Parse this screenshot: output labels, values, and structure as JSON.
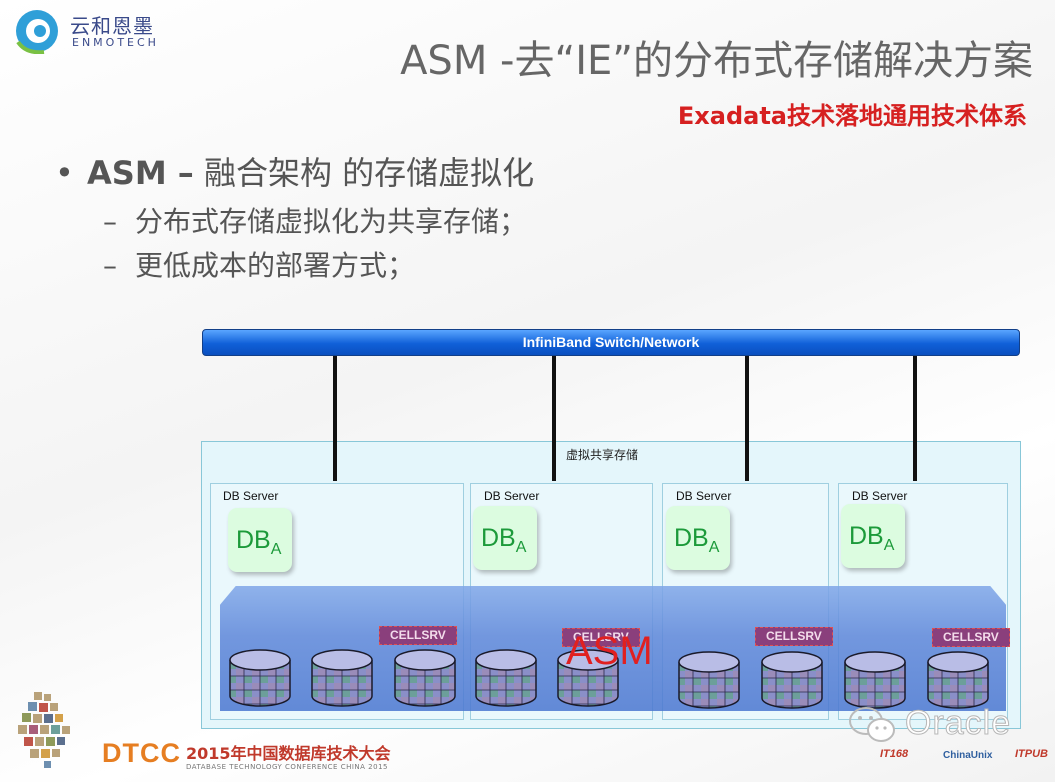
{
  "header": {
    "logo_cn": "云和恩墨",
    "logo_en": "ENMOTECH",
    "title": "ASM -去“IE”的分布式存储解决方案",
    "subtitle": "Exadata技术落地通用技术体系"
  },
  "bullets": {
    "main_dot": "•",
    "main_bold": "ASM –",
    "main_rest": " 融合架构 的存储虚拟化",
    "subs": [
      {
        "dash": "–",
        "text": "分布式存储虚拟化为共享存储；"
      },
      {
        "dash": "–",
        "text": "更低成本的部署方式；"
      }
    ]
  },
  "diagram": {
    "switch_label": "InfiniBand Switch/Network",
    "storage_label": "虚拟共享存储",
    "servers": [
      {
        "label": "DB Server",
        "db": "DB",
        "db_sub": "A",
        "cellsrv": "CELLSRV"
      },
      {
        "label": "DB Server",
        "db": "DB",
        "db_sub": "A",
        "cellsrv": "CELLSRV"
      },
      {
        "label": "DB Server",
        "db": "DB",
        "db_sub": "A",
        "cellsrv": "CELLSRV"
      },
      {
        "label": "DB Server",
        "db": "DB",
        "db_sub": "A",
        "cellsrv": "CELLSRV"
      }
    ],
    "asm_label": "ASM",
    "colors": {
      "switch": "#1060d8",
      "db_text": "#1c9a3a",
      "asm": "#e02020",
      "cellsrv": "#8a3f7c"
    }
  },
  "footer": {
    "dtcc": "DTCC",
    "dtcc_cn": "2015年中国数据库技术大会",
    "dtcc_en": "DATABASE TECHNOLOGY CONFERENCE CHINA 2015",
    "oracle": "Oracle",
    "sponsors": [
      "IT168",
      "ChinaUnix",
      "ITPUB"
    ]
  }
}
